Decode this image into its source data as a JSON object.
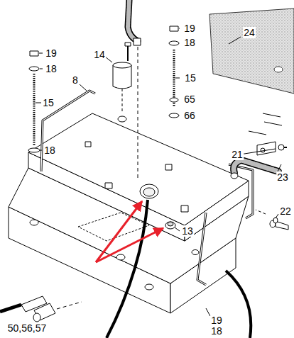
{
  "diagram": {
    "labels": [
      "19",
      "24",
      "18",
      "19",
      "14",
      "18",
      "15",
      "8",
      "65",
      "15",
      "66",
      "18",
      "21",
      "23",
      "22",
      "13",
      "19",
      "50,56,57",
      "18"
    ]
  }
}
